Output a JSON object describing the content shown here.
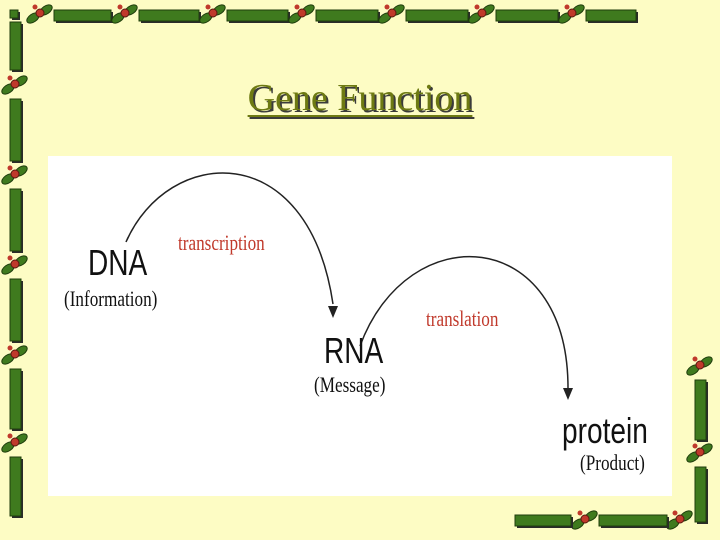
{
  "title": "Gene Function",
  "colors": {
    "background": "#fdfcc4",
    "title": "#6e7a12",
    "vine": "#3f7a1e",
    "flower": "#c0392b",
    "process_label": "#c0392b"
  },
  "diagram": {
    "nodes": [
      {
        "label": "DNA",
        "sublabel": "(Information)"
      },
      {
        "label": "RNA",
        "sublabel": "(Message)"
      },
      {
        "label": "protein",
        "sublabel": "(Product)"
      }
    ],
    "edges": [
      {
        "from": "DNA",
        "to": "RNA",
        "label": "transcription"
      },
      {
        "from": "RNA",
        "to": "protein",
        "label": "translation"
      }
    ]
  },
  "icons": [
    "vine-border-icon",
    "arrow-icon"
  ]
}
